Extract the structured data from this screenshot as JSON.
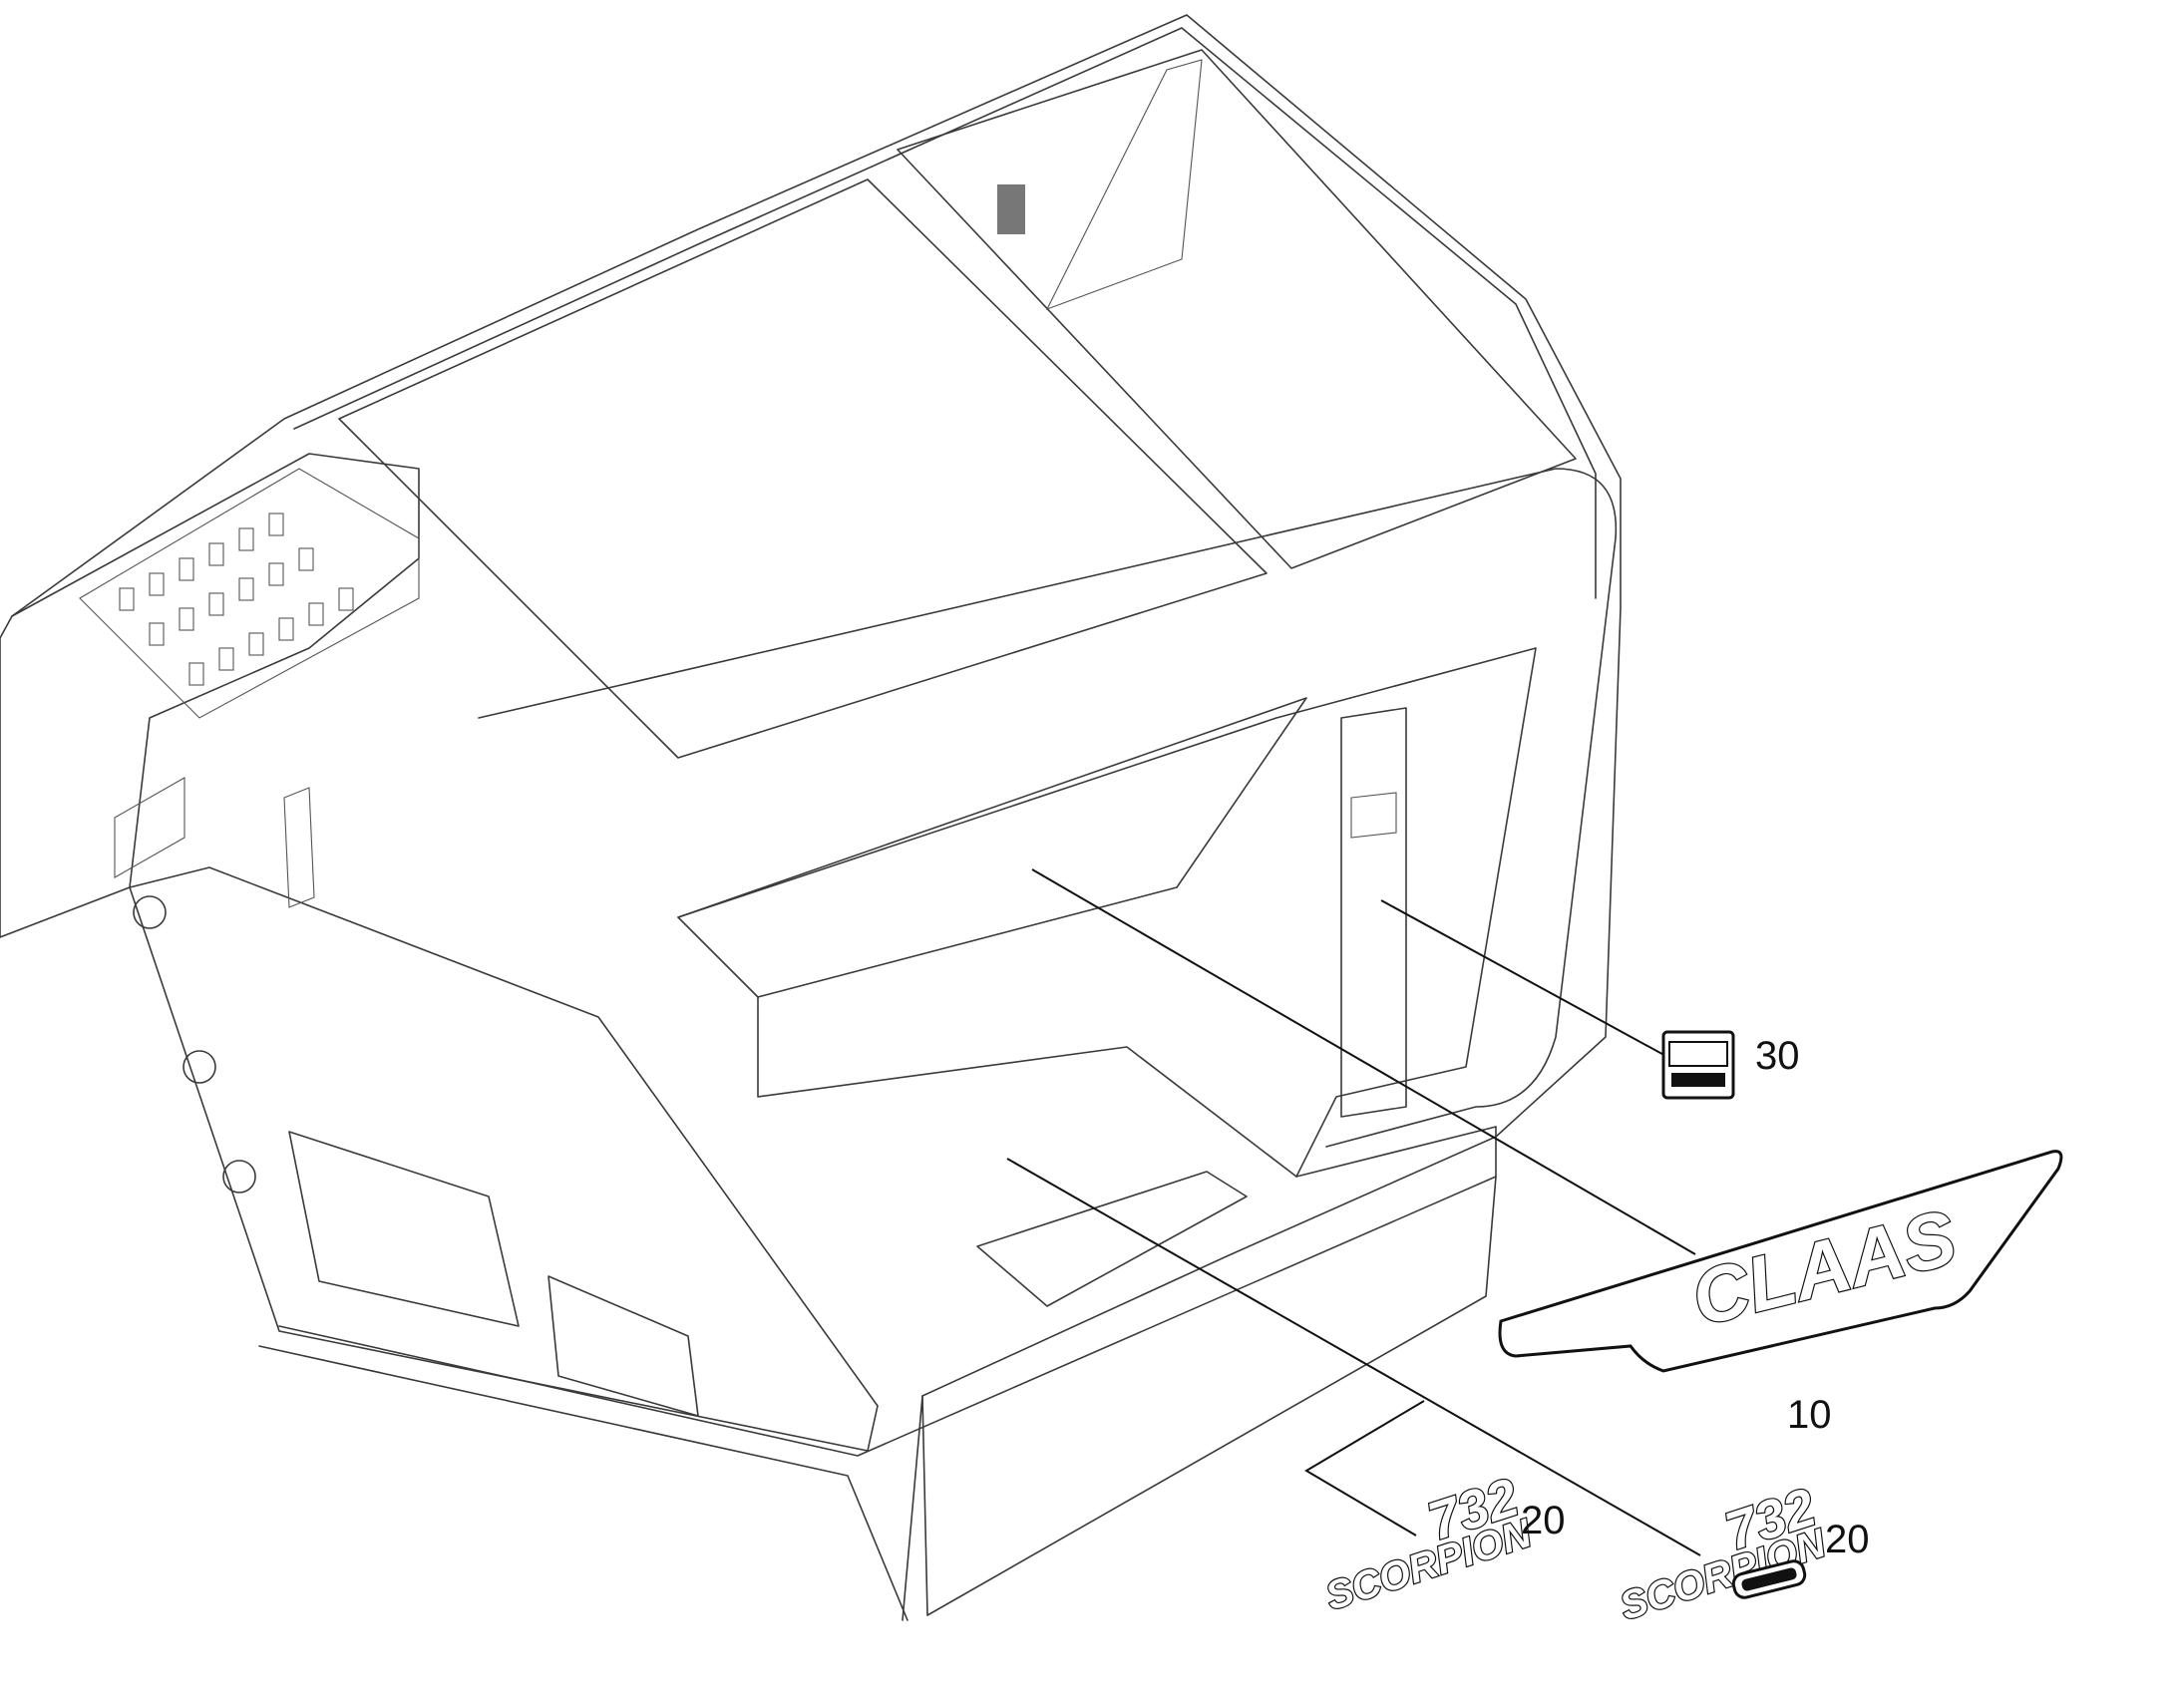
{
  "callouts": [
    {
      "id": "10",
      "label": "10"
    },
    {
      "id": "20a",
      "label": "20"
    },
    {
      "id": "20b",
      "label": "20"
    },
    {
      "id": "30",
      "label": "30"
    }
  ],
  "decals": {
    "brand": "CLAAS",
    "model_number": "732",
    "model_name": "SCORPION"
  },
  "colors": {
    "line": "#3a3a3a",
    "background": "#ffffff"
  }
}
